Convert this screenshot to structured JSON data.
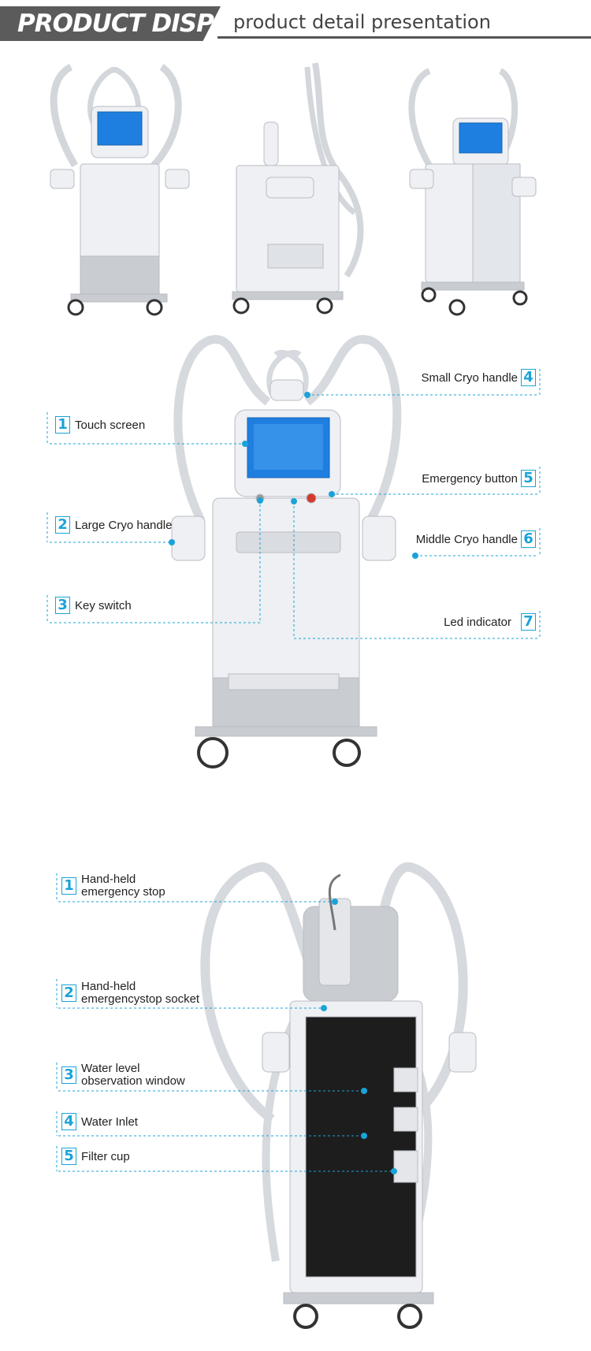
{
  "header": {
    "title": "PRODUCT DISPLAY",
    "subtitle": "product detail presentation"
  },
  "colors": {
    "accent": "#1aa3d9",
    "banner": "#5b5b5b",
    "machine_body": "#eef0f3",
    "machine_shadow": "#c9ccd1",
    "screen": "#1f7fe0"
  },
  "front_callouts": [
    {
      "number": "1",
      "label": "Touch screen"
    },
    {
      "number": "2",
      "label": "Large Cryo handle"
    },
    {
      "number": "3",
      "label": "Key switch"
    },
    {
      "number": "4",
      "label": "Small Cryo handle"
    },
    {
      "number": "5",
      "label": "Emergency button"
    },
    {
      "number": "6",
      "label": "Middle Cryo handle"
    },
    {
      "number": "7",
      "label": "Led indicator"
    }
  ],
  "back_callouts": [
    {
      "number": "1",
      "line1": "Hand-held",
      "line2": "emergency stop"
    },
    {
      "number": "2",
      "line1": "Hand-held",
      "line2": "emergencystop socket"
    },
    {
      "number": "3",
      "line1": "Water level",
      "line2": "observation window"
    },
    {
      "number": "4",
      "line1": "Water Inlet",
      "line2": ""
    },
    {
      "number": "5",
      "line1": "Filter cup",
      "line2": ""
    }
  ]
}
